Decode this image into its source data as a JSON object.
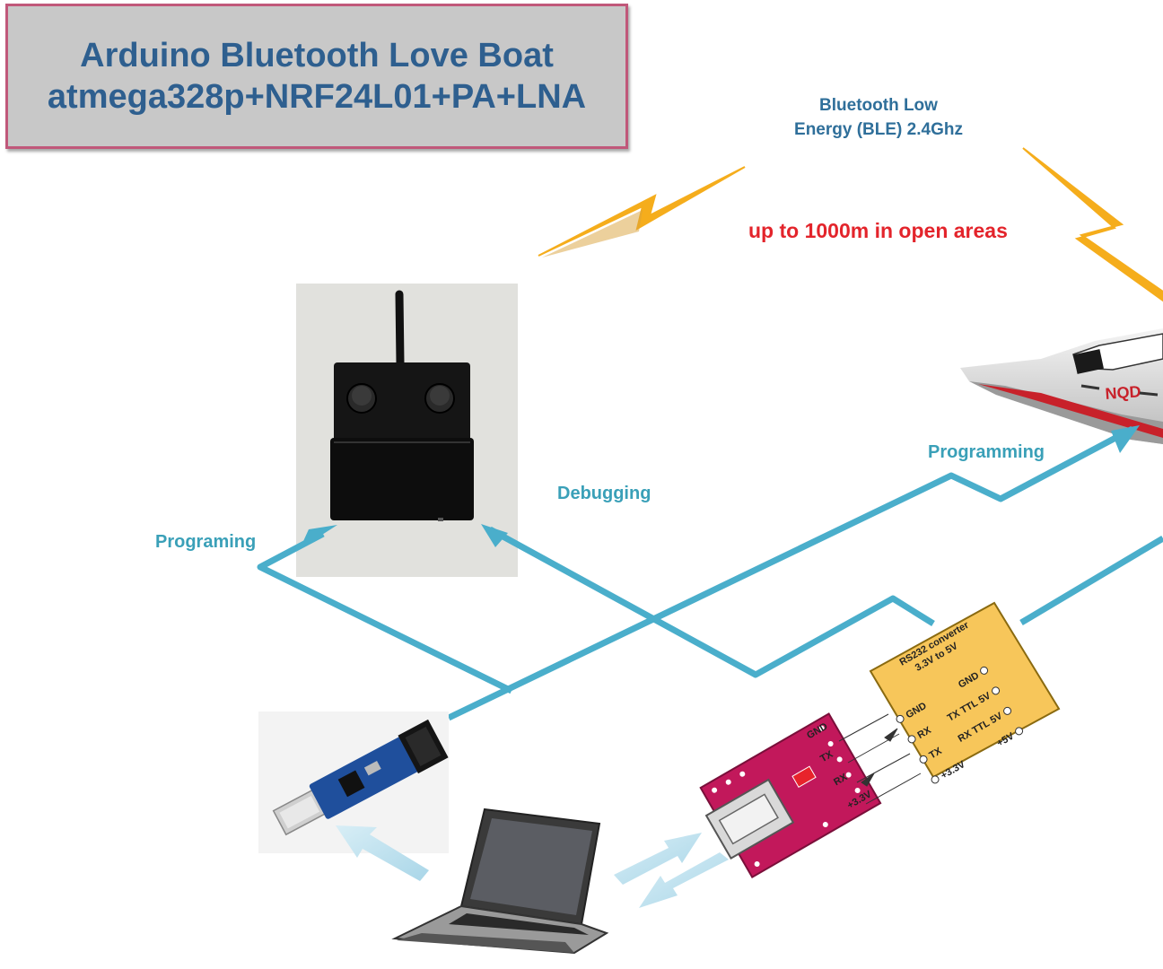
{
  "title": {
    "line1": "Arduino Bluetooth Love Boat",
    "line2": "atmega328p+NRF24L01+PA+LNA"
  },
  "labels": {
    "ble_line1": "Bluetooth Low",
    "ble_line2": "Energy (BLE) 2.4Ghz",
    "range": "up to 1000m in open areas",
    "programming_boat": "Programming",
    "debugging": "Debugging",
    "programing_remote": "Programing"
  },
  "rs232_module": {
    "title1": "RS232 converter",
    "title2": "3.3V to 5V",
    "left_pins": [
      "GND",
      "RX",
      "TX",
      "+3.3V"
    ],
    "right_pins": [
      "GND",
      "TX TTL 5V",
      "RX TTL 5V",
      "+5V"
    ]
  },
  "usb_module": {
    "pins": [
      "GND",
      "TX",
      "RX",
      "+3.3V"
    ]
  },
  "boat_brand": "NQD",
  "colors": {
    "title_text": "#2e5f8f",
    "title_border": "#c0587a",
    "link_lines": "#4aaecb",
    "lightning": "#f5ad1c",
    "range_text": "#e3242b"
  }
}
